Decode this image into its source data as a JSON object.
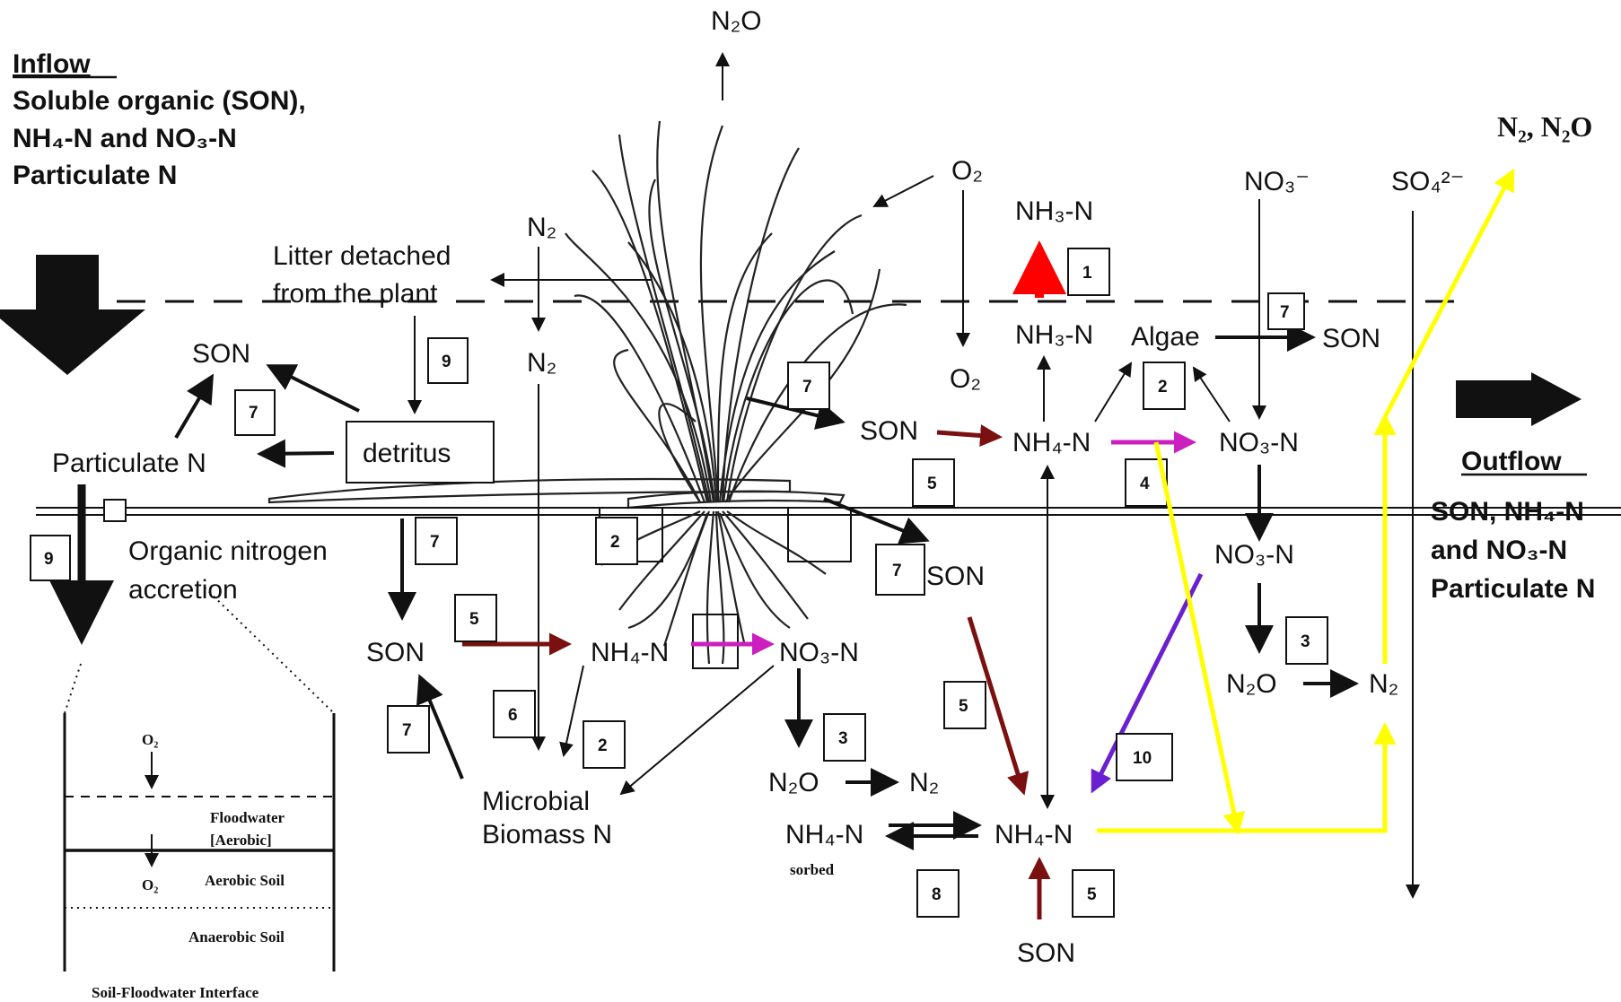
{
  "labels": {
    "inflow": "Inflow",
    "inflow_line1": "Soluble organic (SON),",
    "inflow_line2": "NH₄-N and NO₃-N",
    "inflow_line3": "Particulate N",
    "outflow": "Outflow",
    "outflow_line1": "SON, NH₄-N",
    "outflow_line2": "and NO₃-N",
    "outflow_line3": "Particulate N",
    "litter1": "Litter detached",
    "litter2": "from the plant",
    "detritus": "detritus",
    "particulate_n": "Particulate N",
    "son_upper_left": "SON",
    "org_accretion1": "Organic nitrogen",
    "org_accretion2": "accretion",
    "son_mid_left": "SON",
    "nh4_root": "NH₄-N",
    "no3_root": "NO₃-N",
    "microbial1": "Microbial",
    "microbial2": "Biomass N",
    "n2o_root": "N₂O",
    "n2_root": "N₂",
    "n2o_top": "N₂O",
    "n2_air": "N₂",
    "n2_water": "N₂",
    "o2_air": "O₂",
    "o2_water": "O₂",
    "nh3_air": "NH₃-N",
    "nh3_water": "NH₃-N",
    "algae": "Algae",
    "son_algae": "SON",
    "no3_ion": "NO₃⁻",
    "so4_ion": "SO₄²⁻",
    "n2_n2o_out": "N₂, N₂O",
    "son_water": "SON",
    "nh4_water": "NH₄-N",
    "no3_water": "NO₃-N",
    "son_soil_right": "SON",
    "no3_soil": "NO₃-N",
    "n2o_soil": "N₂O",
    "n2_soil": "N₂",
    "nh4_sorbed": "NH₄-N",
    "sorbed": "sorbed",
    "nh4_bottom": "NH₄-N",
    "son_bottom": "SON",
    "inset_o2_top": "O₂",
    "inset_o2_bottom": "O₂",
    "inset_floodwater1": "Floodwater",
    "inset_floodwater2": "[Aerobic]",
    "inset_aerobic": "Aerobic Soil",
    "inset_anaerobic": "Anaerobic Soil",
    "inset_caption": "Soil-Floodwater Interface"
  },
  "process_numbers": {
    "p1": "1",
    "p2_algae": "2",
    "p7_algae": "7",
    "p4": "4",
    "p5_water": "5",
    "p7_plant": "7",
    "p9_litter": "9",
    "p7_left": "7",
    "p9_left": "9",
    "p7_soil": "7",
    "p2_root": "2",
    "p5_root": "5",
    "p6": "6",
    "p2_micro": "2",
    "p7_micro": "7",
    "p3_root": "3",
    "p7_son_right": "7",
    "p5_soil": "5",
    "p10": "10",
    "p3_soil": "3",
    "p8": "8",
    "p5_bottom": "5"
  },
  "colors": {
    "volatilization": "#ff0000",
    "mineralization": "#7a1010",
    "nitrification": "#cc1fbf",
    "denitrification": "#ffff00",
    "dnra": "#6a1fd0",
    "default": "#111111"
  }
}
